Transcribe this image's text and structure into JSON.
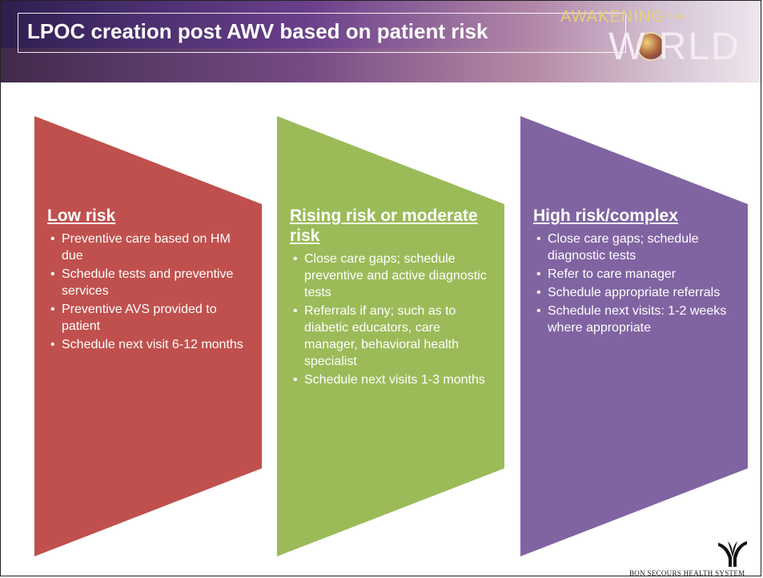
{
  "slide": {
    "title": "LPOC creation post AWV based on patient risk"
  },
  "branding": {
    "awakening": "AWAKENING",
    "the": "THE",
    "world": "W  RLD",
    "footer_logo_text": "BON SECOURS HEALTH SYSTEM"
  },
  "colors": {
    "low": "#c0504d",
    "rising": "#9bbb59",
    "high": "#8064a2"
  },
  "columns": [
    {
      "heading": "Low risk",
      "items": [
        "Preventive care based on HM due",
        "Schedule tests and preventive services",
        "Preventive AVS provided to patient",
        "Schedule next visit 6-12 months"
      ]
    },
    {
      "heading": "Rising risk or moderate risk",
      "items": [
        "Close care gaps; schedule preventive and active diagnostic tests",
        "Referrals if any;  such as to diabetic educators, care manager, behavioral health specialist",
        "Schedule next visits 1-3 months"
      ]
    },
    {
      "heading": "High risk/complex",
      "items": [
        "Close care gaps; schedule diagnostic tests",
        "Refer to care manager",
        "Schedule appropriate referrals",
        "Schedule next visits: 1-2 weeks where appropriate"
      ]
    }
  ]
}
